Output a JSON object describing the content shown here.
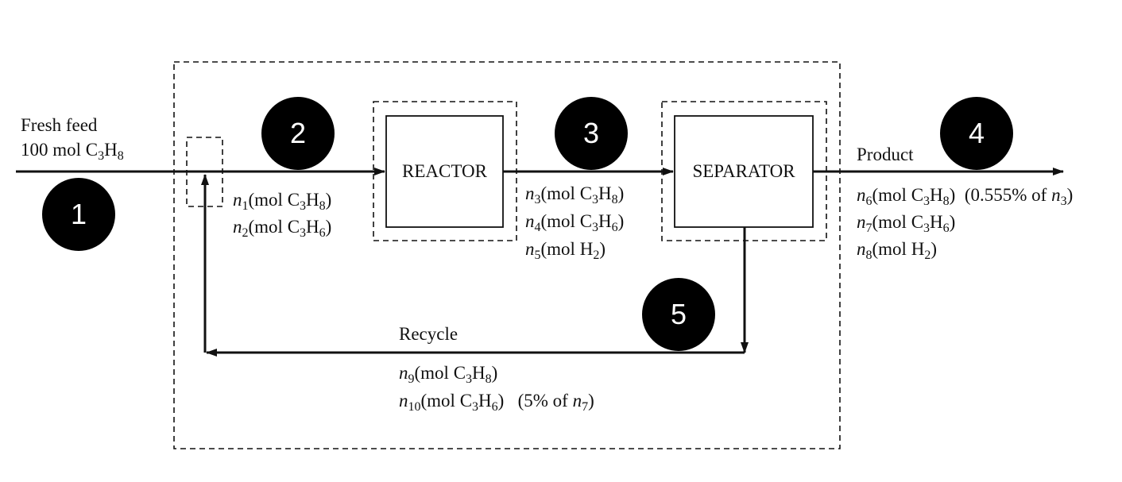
{
  "fresh_feed": {
    "title": "Fresh feed",
    "amount": "100 mol C",
    "amount_sub1": "3",
    "amount_mid": "H",
    "amount_sub2": "8"
  },
  "units": {
    "reactor": "REACTOR",
    "separator": "SEPARATOR"
  },
  "stream_2": [
    {
      "var": "n",
      "idx": "1",
      "pre": "(mol C",
      "s1": "3",
      "mid": "H",
      "s2": "8",
      "post": ")"
    },
    {
      "var": "n",
      "idx": "2",
      "pre": "(mol C",
      "s1": "3",
      "mid": "H",
      "s2": "6",
      "post": ")"
    }
  ],
  "stream_3": [
    {
      "var": "n",
      "idx": "3",
      "pre": "(mol C",
      "s1": "3",
      "mid": "H",
      "s2": "8",
      "post": ")"
    },
    {
      "var": "n",
      "idx": "4",
      "pre": "(mol C",
      "s1": "3",
      "mid": "H",
      "s2": "6",
      "post": ")"
    },
    {
      "var": "n",
      "idx": "5",
      "pre": "(mol H",
      "s1": "2",
      "post": ")"
    }
  ],
  "product": {
    "title": "Product",
    "lines": [
      {
        "var": "n",
        "idx": "6",
        "pre": "(mol C",
        "s1": "3",
        "mid": "H",
        "s2": "8",
        "post": ")",
        "note": "  (0.555% of ",
        "note_var": "n",
        "note_idx": "3",
        "note_end": ")"
      },
      {
        "var": "n",
        "idx": "7",
        "pre": "(mol C",
        "s1": "3",
        "mid": "H",
        "s2": "6",
        "post": ")"
      },
      {
        "var": "n",
        "idx": "8",
        "pre": "(mol H",
        "s1": "2",
        "post": ")"
      }
    ]
  },
  "recycle": {
    "title": "Recycle",
    "lines": [
      {
        "var": "n",
        "idx": "9",
        "pre": "(mol C",
        "s1": "3",
        "mid": "H",
        "s2": "8",
        "post": ")"
      },
      {
        "var": "n",
        "idx": "10",
        "pre": "(mol C",
        "s1": "3",
        "mid": "H",
        "s2": "6",
        "post": ")",
        "note": "   (5% of ",
        "note_var": "n",
        "note_idx": "7",
        "note_end": ")"
      }
    ]
  },
  "stream_markers": [
    "1",
    "2",
    "3",
    "4",
    "5"
  ]
}
